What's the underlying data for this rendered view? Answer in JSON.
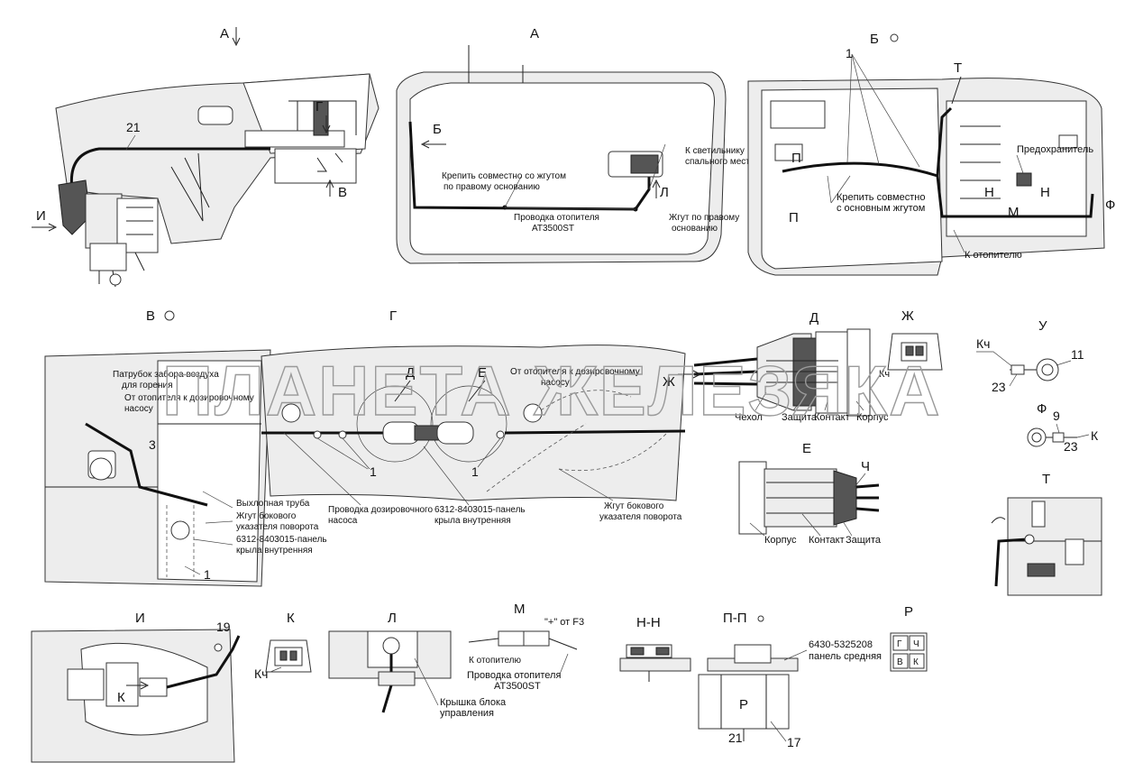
{
  "views": {
    "a_arrow": "А",
    "a": "А",
    "b": "Б",
    "v": "В",
    "g": "Г",
    "d": "Д",
    "zh": "Ж",
    "u": "У",
    "f": "Ф",
    "e": "Е",
    "t": "Т",
    "i": "И",
    "k": "К",
    "l": "Л",
    "m": "М",
    "nn": "Н-Н",
    "pp": "П-П",
    "r": "Р"
  },
  "arrows": {
    "i": "И",
    "v": "В",
    "g": "Г",
    "b": "Б",
    "l": "Л",
    "t": "Т",
    "n1": "Н",
    "n2": "Н",
    "m": "М",
    "f": "Ф",
    "p1": "П",
    "p2": "П",
    "zh": "Ж",
    "k": "К",
    "d": "Д",
    "e": "Е",
    "ch": "Ч",
    "r": "Р"
  },
  "callouts": {
    "n21_top": "21",
    "n1_b": "1",
    "n3": "3",
    "n1_v": "1",
    "n1_g1": "1",
    "n1_g2": "1",
    "n11": "11",
    "n23_u": "23",
    "kch_u": "Кч",
    "n9": "9",
    "n23_f": "23",
    "k_f": "К",
    "kch_zh": "Кч",
    "n19": "19",
    "kch_k": "Кч",
    "n21_bottom": "21",
    "n17": "17"
  },
  "labels": {
    "a_fix": [
      "Крепить совместно со жгутом",
      "по правому основанию"
    ],
    "a_wiring": [
      "Проводка отопителя",
      "АТ3500ST"
    ],
    "a_lamp": [
      "К светильнику",
      "спального места"
    ],
    "a_harness": [
      "Жгут по правому",
      "основанию"
    ],
    "b_fuse": "Предохранитель",
    "b_fix": [
      "Крепить совместно",
      "с основным жгутом"
    ],
    "b_heater": "К отопителю",
    "v_pipe": [
      "Патрубок забора воздуха",
      "для горения"
    ],
    "v_pump": [
      "От отопителя к дозировочному",
      "насосу"
    ],
    "v_exhaust": "Выхлопная труба",
    "v_harness": [
      "Жгут бокового",
      "указателя поворота"
    ],
    "v_panel": [
      "6312-8403015-панель",
      "крыла внутренняя"
    ],
    "g_pump": [
      "От отопителя к дозировочному",
      "насосу"
    ],
    "g_wiring": [
      "Проводка дозировочного",
      "насоса"
    ],
    "g_panel": [
      "6312-8403015-панель",
      "крыла внутренняя"
    ],
    "g_harness": [
      "Жгут бокового",
      "указателя поворота"
    ],
    "d_cover": "Чехол",
    "d_guard": "Защита",
    "d_contact": "Контакт",
    "d_body": "Корпус",
    "e_body": "Корпус",
    "e_contact": "Контакт",
    "e_guard": "Защита",
    "l_cover": [
      "Крышка блока",
      "управления"
    ],
    "m_plus": "\"+\" от F3",
    "m_heater": "К отопителю",
    "m_wiring": [
      "Проводка отопителя",
      "АТ3500ST"
    ],
    "pp_panel": [
      "6430-5325208",
      "панель средняя"
    ],
    "r_cells": [
      "Г",
      "Ч",
      "В",
      "К"
    ]
  },
  "watermark": "ПЛАНЕТА ЖЕЛЕЗЯКА"
}
